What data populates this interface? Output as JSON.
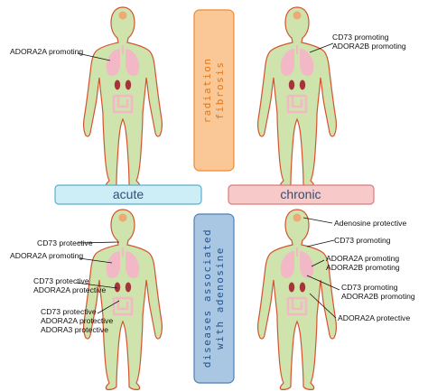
{
  "center_box_top": {
    "lines": [
      "radiation",
      "fibrosis"
    ],
    "fill": "#f9c896",
    "stroke": "#f08a2c",
    "text_color": "#e2761a"
  },
  "center_box_bottom": {
    "lines": [
      "diseases associated",
      "with adenosine"
    ],
    "fill": "#a9c6e2",
    "stroke": "#4c80b8",
    "text_color": "#23548f"
  },
  "phases": {
    "acute": {
      "label": "acute",
      "fill": "#cdeef7",
      "stroke": "#57b0cf"
    },
    "chronic": {
      "label": "chronic",
      "fill": "#f7c9c9",
      "stroke": "#db7b7b"
    }
  },
  "figure_colors": {
    "body_fill": "#cfe3ad",
    "body_stroke": "#d3542f",
    "lung": "#f2b8c6",
    "kidney": "#a8343a",
    "intestine": "#f2b8c6",
    "brain": "#f2a06a"
  },
  "annotations": {
    "top_left": [
      "ADORA2A promoting"
    ],
    "top_right": [
      "CD73 promoting",
      "ADORA2B promoting"
    ],
    "bottom_left": [
      [
        "CD73 protective"
      ],
      [
        "ADORA2A promoting"
      ],
      [
        "CD73 protective",
        "ADORA2A protective"
      ],
      [
        "CD73 protective",
        "ADORA2A protective",
        "ADORA3 protective"
      ]
    ],
    "bottom_right": [
      [
        "Adenosine protective"
      ],
      [
        "CD73 promoting"
      ],
      [
        "ADORA2A promoting",
        "ADORA2B promoting"
      ],
      [
        "CD73 promoting",
        "ADORA2B promoting"
      ],
      [
        "ADORA2A protective"
      ]
    ]
  }
}
